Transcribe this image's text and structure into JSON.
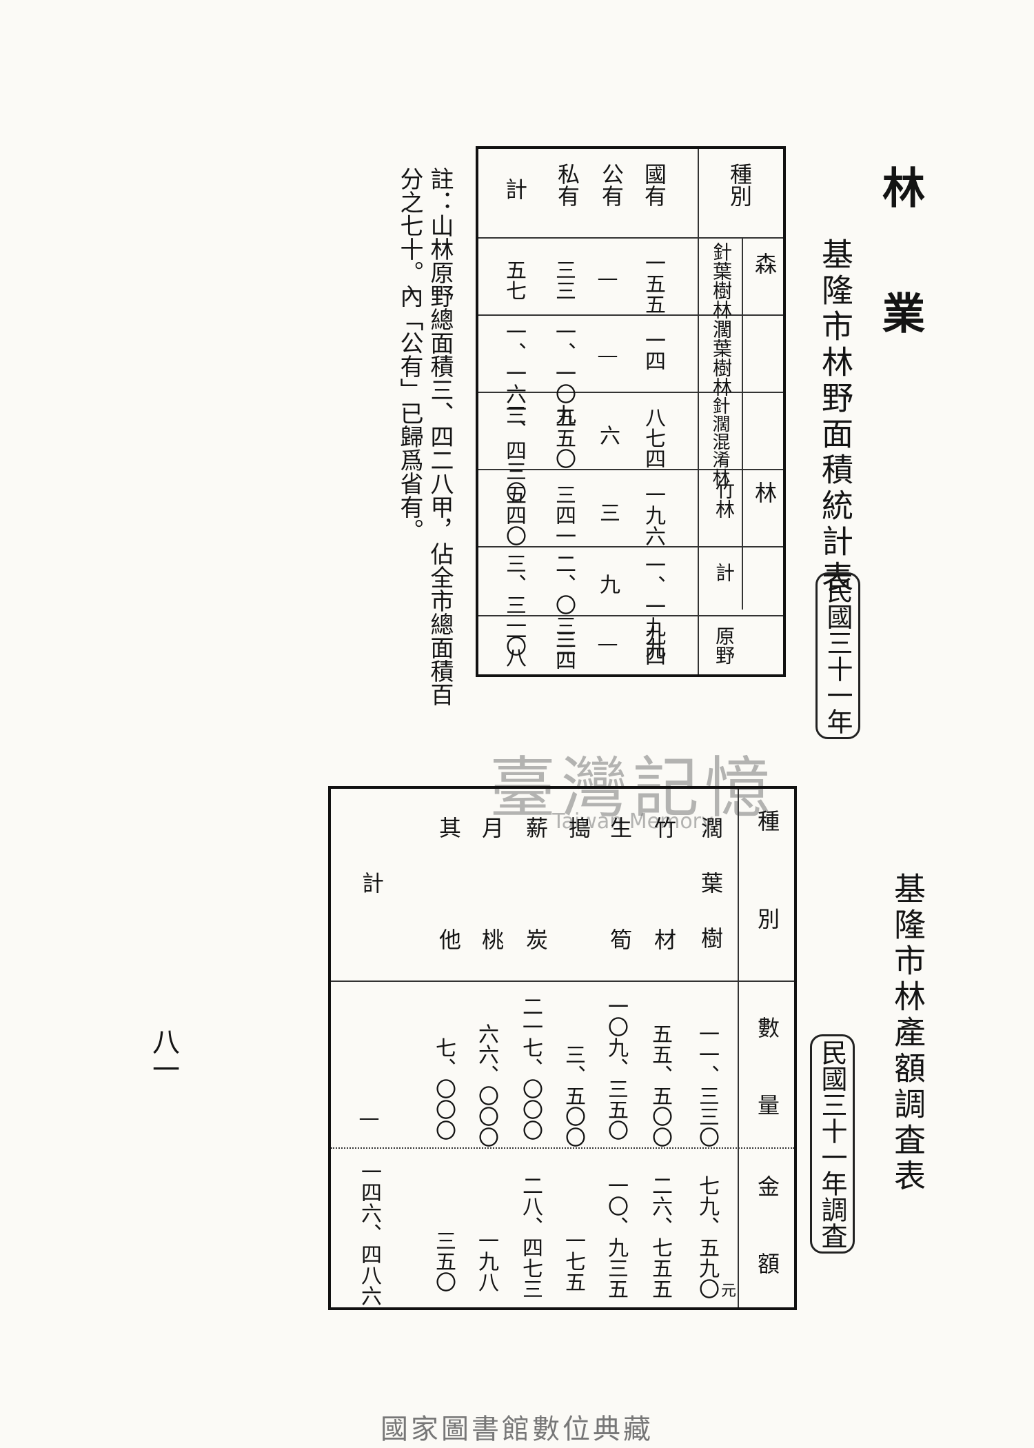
{
  "section_title": "林業",
  "table1": {
    "title": "基隆市林野面積統計表",
    "period": "民國三十一年",
    "corner_header": "種別",
    "group_forest": "森林",
    "columns": [
      "針葉樹林",
      "濶葉樹林",
      "針濶混淆林",
      "竹林",
      "計",
      "原野"
    ],
    "rows": [
      {
        "label": "國有",
        "values": [
          "一五五",
          "一四",
          "八七四",
          "一九六",
          "一、一九九",
          "九四"
        ]
      },
      {
        "label": "公有",
        "values": [
          "—",
          "—",
          "六",
          "三",
          "九",
          "—"
        ]
      },
      {
        "label": "私有",
        "values": [
          "三三",
          "一、一〇九",
          "五五〇",
          "三四一",
          "二、〇三三",
          "二四"
        ]
      },
      {
        "label": "計",
        "values": [
          "五七",
          "一、一六三",
          "一、四三〇",
          "五四〇",
          "三、三一〇",
          "一八"
        ]
      }
    ]
  },
  "note": [
    "註：山林原野總面積三、四二八甲，佔全市總面積百",
    "分之七十。內「公有」已歸爲省有。"
  ],
  "table2": {
    "title": "基隆市林產額調査表",
    "period": "民國三十一年調査",
    "corner_header": "種別",
    "columns": [
      "數量",
      "金額"
    ],
    "rows": [
      {
        "label": "濶葉樹",
        "quantity": "一一、三三〇",
        "amount": "七九、五九〇"
      },
      {
        "label": "竹材",
        "quantity": "五五、五〇〇",
        "amount": "二六、七五五"
      },
      {
        "label": "生筍",
        "quantity": "一〇九、三五〇",
        "amount": "一〇、九三五"
      },
      {
        "label": "搗",
        "quantity": "三、五〇〇",
        "amount": "一七五"
      },
      {
        "label": "薪炭",
        "quantity": "二一七、〇〇〇",
        "amount": "二八、四七三"
      },
      {
        "label": "月桃",
        "quantity": "六六、〇〇〇",
        "amount": "一九八"
      },
      {
        "label": "其他",
        "quantity": "七、〇〇〇",
        "amount": "三五〇"
      },
      {
        "label": "計",
        "quantity": "—",
        "amount": "一四六、四八六"
      }
    ],
    "unit": "元"
  },
  "page_number": "八一",
  "watermark": {
    "cn": "臺灣記憶",
    "en": "Taiwan Memory"
  },
  "footer": "國家圖書館數位典藏"
}
